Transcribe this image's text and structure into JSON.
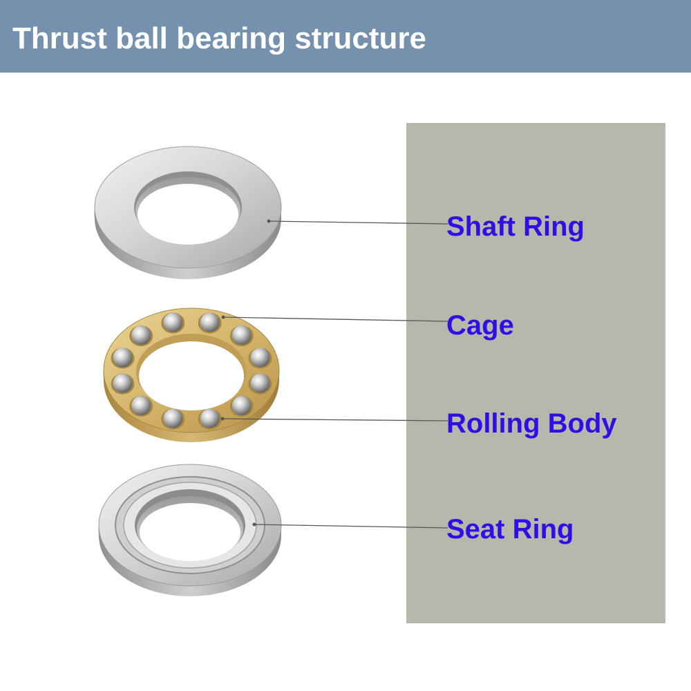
{
  "header": {
    "title": "Thrust ball bearing structure",
    "background": "#7591ad",
    "text_color": "#ffffff"
  },
  "panel": {
    "background": "#b7b8ab"
  },
  "labels": {
    "color": "#2d10e6",
    "shaft_ring": "Shaft Ring",
    "cage": "Cage",
    "rolling_body": "Rolling Body",
    "seat_ring": "Seat Ring"
  },
  "parts": {
    "cage_color": "#d4b56a",
    "ring_color": "#b9b9b9",
    "ball_count": 12
  }
}
